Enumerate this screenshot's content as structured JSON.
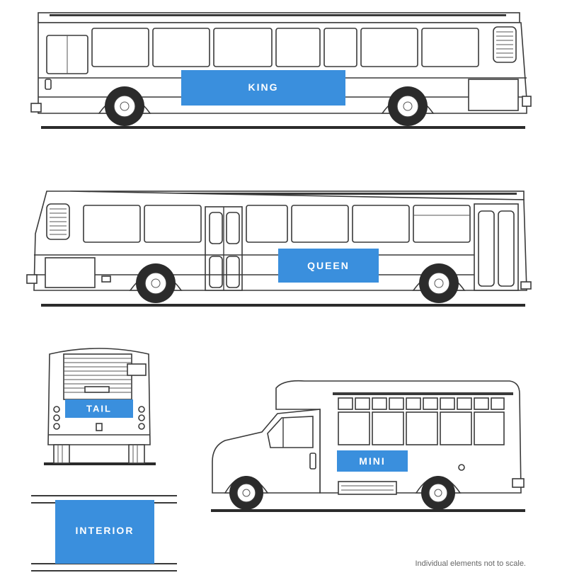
{
  "colors": {
    "ad_panel": "#3a8fdd",
    "outline": "#3a3a3a",
    "background": "#ffffff"
  },
  "ads": {
    "king": "KING",
    "queen": "QUEEN",
    "tail": "TAIL",
    "mini": "MINI",
    "interior": "INTERIOR"
  },
  "footnote": "Individual elements not to scale."
}
